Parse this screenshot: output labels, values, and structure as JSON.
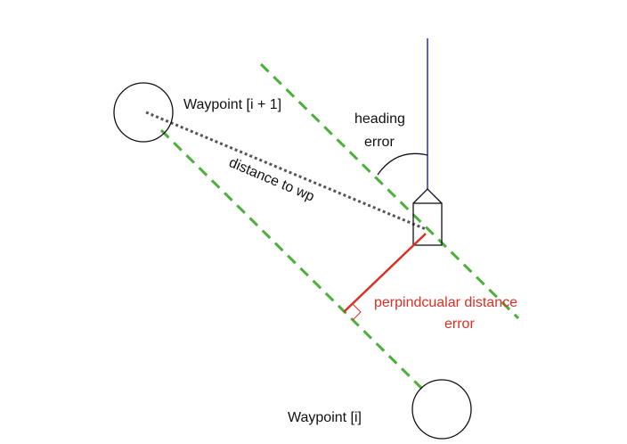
{
  "labels": {
    "waypoint_next": "Waypoint [i + 1]",
    "waypoint_current": "Waypoint [i]",
    "heading_error_line1": "heading",
    "heading_error_line2": "error",
    "distance_to_wp": "distance to wp",
    "perp_error_line1": "perpindcualar distance",
    "perp_error_line2": "error"
  },
  "colors": {
    "path_line": "#4caf3c",
    "heading_line": "#2a2ab8",
    "distance_line": "#555555",
    "perp_error": "#d93025",
    "outline": "#111111"
  }
}
